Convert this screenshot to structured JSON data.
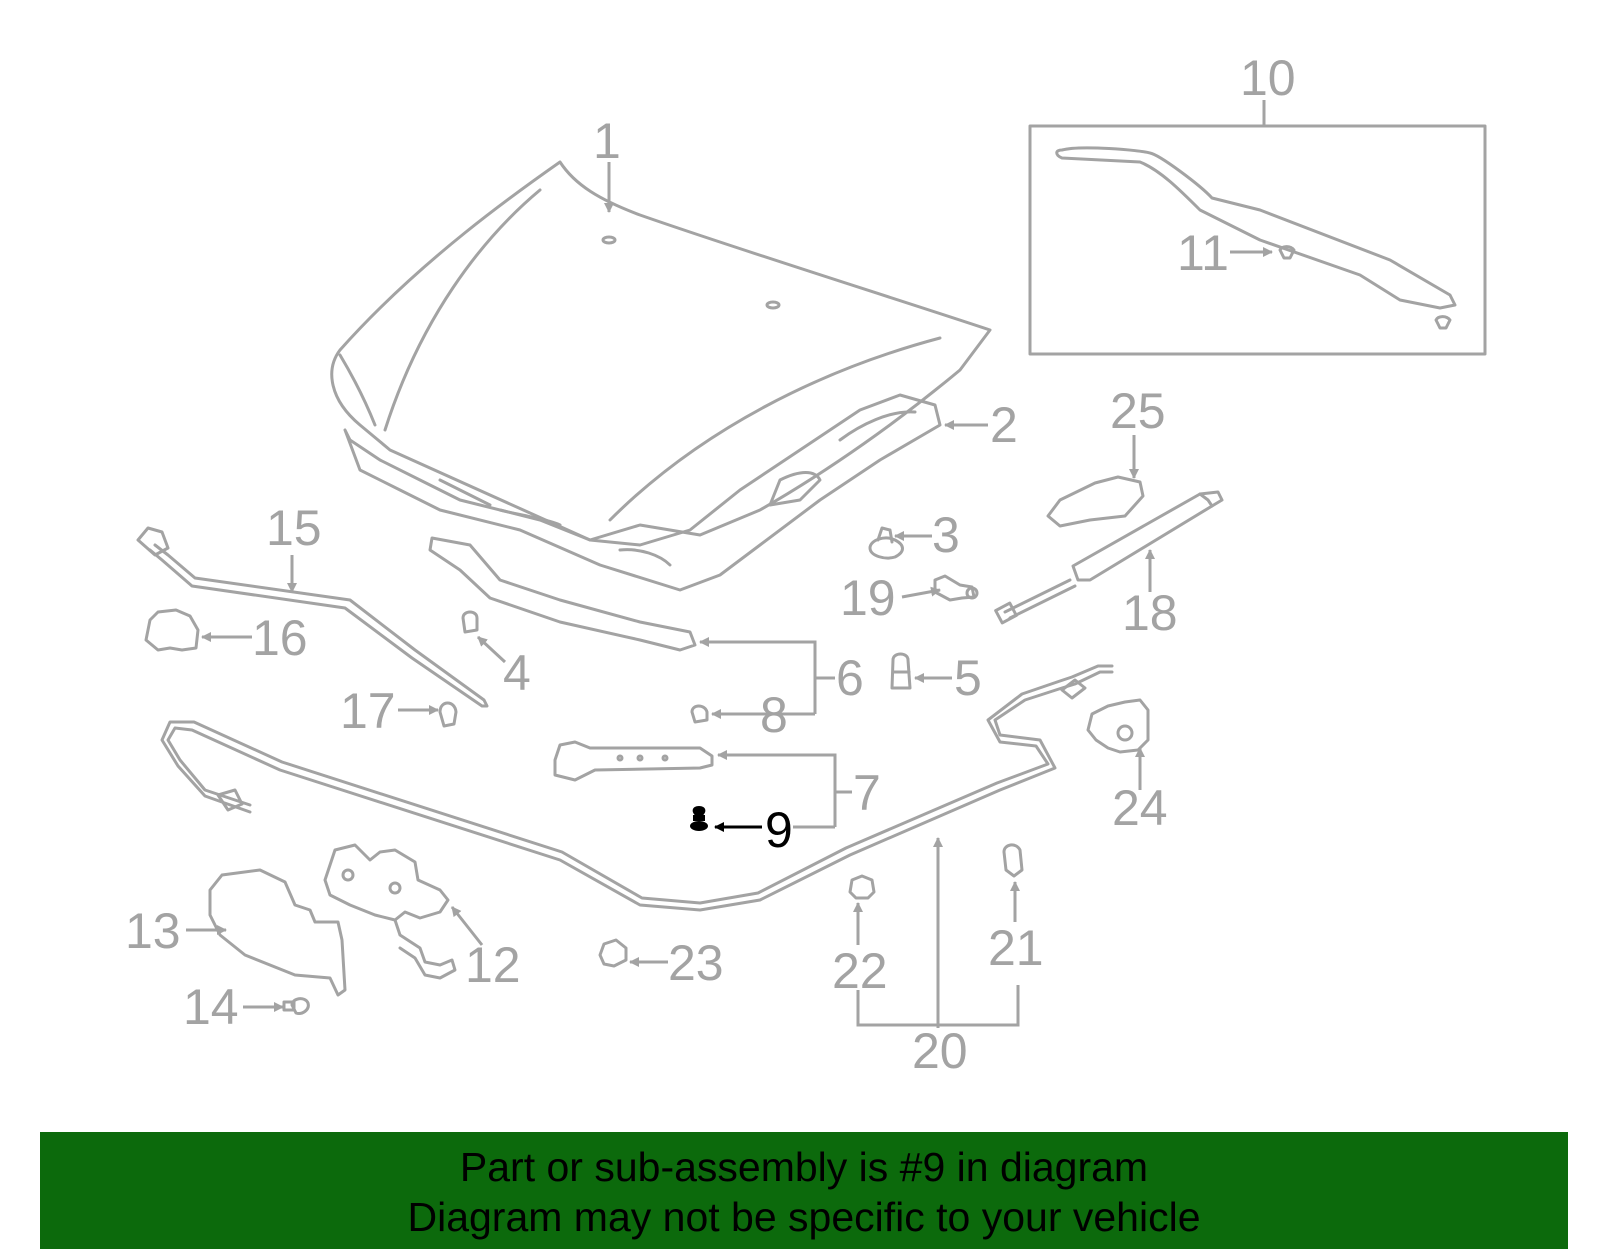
{
  "colors": {
    "parts": "#a3a3a3",
    "highlight": "#000000",
    "banner_bg": "#0c6a0c",
    "banner_text": "#000000",
    "background": "#ffffff"
  },
  "callouts": {
    "c1": "1",
    "c2": "2",
    "c3": "3",
    "c4": "4",
    "c5": "5",
    "c6": "6",
    "c7": "7",
    "c8": "8",
    "c9": "9",
    "c10": "10",
    "c11": "11",
    "c12": "12",
    "c13": "13",
    "c14": "14",
    "c15": "15",
    "c16": "16",
    "c17": "17",
    "c18": "18",
    "c19": "19",
    "c20": "20",
    "c21": "21",
    "c22": "22",
    "c23": "23",
    "c24": "24",
    "c25": "25"
  },
  "highlighted_part": "9",
  "banner": {
    "line1": "Part or sub-assembly is #9 in diagram",
    "line2": "Diagram may not be specific to your vehicle"
  }
}
